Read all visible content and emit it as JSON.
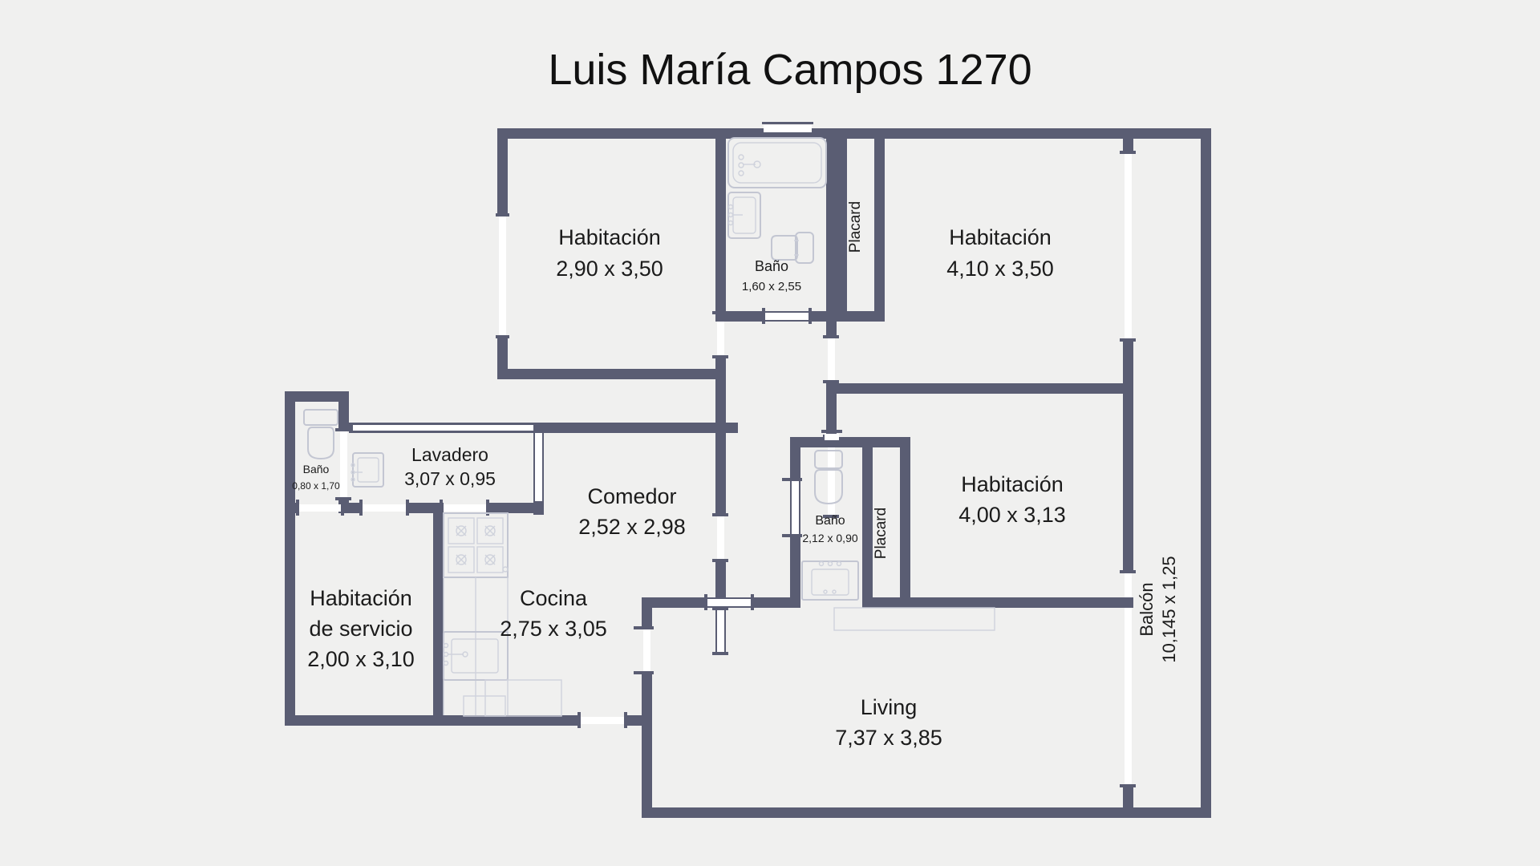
{
  "title": "Luis María Campos 1270",
  "colors": {
    "background": "#f0f0ef",
    "wall": "#5a5d73",
    "fixture_stroke": "#c3c6d2",
    "text": "#1b1b1b",
    "opening": "#ffffff"
  },
  "rooms": {
    "bedroom_1": {
      "name": "Habitación",
      "dimensions": "2,90 x 3,50"
    },
    "bathroom_1": {
      "name": "Baño",
      "dimensions": "1,60 x 2,55"
    },
    "bedroom_2": {
      "name": "Habitación",
      "dimensions": "4,10 x 3,50"
    },
    "bathroom_service": {
      "name": "Baño",
      "dimensions": "0,80 x 1,70"
    },
    "laundry": {
      "name": "Lavadero",
      "dimensions": "3,07 x 0,95"
    },
    "dining": {
      "name": "Comedor",
      "dimensions": "2,52 x 2,98"
    },
    "bathroom_2": {
      "name": "Baño",
      "dimensions": "2,12 x 0,90"
    },
    "bedroom_3": {
      "name": "Habitación",
      "dimensions": "4,00 x 3,13"
    },
    "service_room": {
      "name": "Habitación de servicio",
      "name_line1": "Habitación",
      "name_line2": "de servicio",
      "dimensions": "2,00 x 3,10"
    },
    "kitchen": {
      "name": "Cocina",
      "dimensions": "2,75 x 3,05"
    },
    "living": {
      "name": "Living",
      "dimensions": "7,37 x 3,85"
    },
    "balcony": {
      "name": "Balcón",
      "dimensions": "10,145 x 1,25"
    }
  },
  "closets": {
    "closet_1": "Placard",
    "closet_2": "Placard"
  },
  "fixtures": {
    "bathtub": "bathtub-fixture",
    "sink_bath1": "sink-fixture",
    "toilet_bath1": "toilet-fixture",
    "toilet_service": "toilet-fixture",
    "sink_service": "sink-fixture",
    "toilet_bath2": "toilet-fixture",
    "sink_bath2": "sink-fixture",
    "stove": "stove-fixture",
    "kitchen_sink": "kitchen-sink-fixture",
    "counter": "counter-fixture"
  }
}
